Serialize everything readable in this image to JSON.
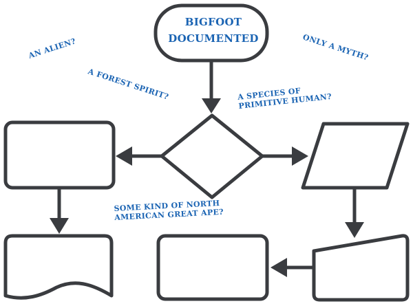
{
  "diagram": {
    "title_lines": [
      "BIGFOOT",
      "DOCUMENTED"
    ],
    "questions": {
      "alien": "AN ALIEN?",
      "forest_spirit": "A FOREST SPIRIT?",
      "myth": "ONLY A MYTH?",
      "species_line1": "A SPECIES OF",
      "species_line2": "PRIMITIVE HUMAN?",
      "ape_line1": "SOME KIND OF NORTH",
      "ape_line2": "AMERICAN GREAT APE?"
    },
    "colors": {
      "label_text": "#1b64b3",
      "shape_outline": "#3a3c40",
      "shape_fill": "#ffffff"
    }
  }
}
